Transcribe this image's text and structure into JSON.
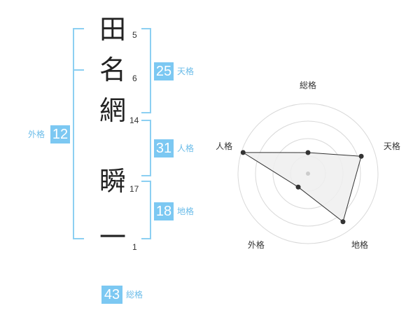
{
  "name": {
    "chars": [
      {
        "char": "田",
        "strokes": "5"
      },
      {
        "char": "名",
        "strokes": "6"
      },
      {
        "char": "網",
        "strokes": "14"
      },
      {
        "char": "瞬",
        "strokes": "17"
      },
      {
        "char": "一",
        "strokes": "1"
      }
    ]
  },
  "fortunes": {
    "tenkaku": {
      "value": "25",
      "label": "天格"
    },
    "jinkaku": {
      "value": "31",
      "label": "人格"
    },
    "chikaku": {
      "value": "18",
      "label": "地格"
    },
    "gaikaku": {
      "value": "12",
      "label": "外格"
    },
    "soukaku": {
      "value": "43",
      "label": "総格"
    }
  },
  "colors": {
    "accent": "#7cc8f2",
    "bracket": "#8ccff2",
    "radar_fill": "#eeeeee",
    "radar_line": "#333333"
  },
  "chart_data": {
    "type": "radar",
    "axes": [
      "総格",
      "天格",
      "地格",
      "外格",
      "人格"
    ],
    "levels": 4,
    "max": 4,
    "values": [
      1.2,
      3.2,
      3.4,
      0.95,
      3.9
    ]
  }
}
